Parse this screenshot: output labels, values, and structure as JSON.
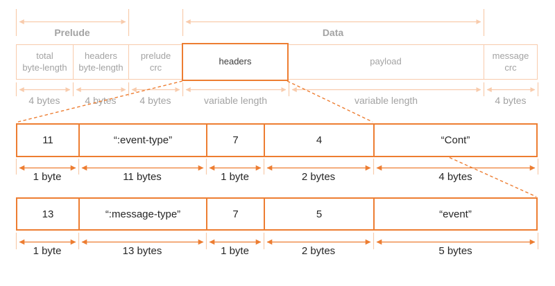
{
  "colors": {
    "accent_orange": "#ed7d31",
    "faded_orange": "#f8cbac",
    "muted_gray_text": "#a3a3a3",
    "dark_text": "#262626"
  },
  "overview": {
    "prelude_label": "Prelude",
    "data_label": "Data",
    "fields": [
      {
        "line1": "total",
        "line2": "byte-length",
        "size": "4 bytes"
      },
      {
        "line1": "headers",
        "line2": "byte-length",
        "size": "4 bytes"
      },
      {
        "line1": "prelude",
        "line2": "crc",
        "size": "4 bytes"
      },
      {
        "line1": "headers",
        "line2": "",
        "size": "variable length"
      },
      {
        "line1": "payload",
        "line2": "",
        "size": "variable length"
      },
      {
        "line1": "message",
        "line2": "crc",
        "size": "4 bytes"
      }
    ]
  },
  "headers_detail": {
    "rows": [
      {
        "cells": [
          {
            "value": "11",
            "size": "1 byte"
          },
          {
            "value": "“:event-type”",
            "size": "11 bytes"
          },
          {
            "value": "7",
            "size": "1 byte"
          },
          {
            "value": "4",
            "size": "2 bytes"
          },
          {
            "value": "“Cont”",
            "size": "4 bytes"
          }
        ]
      },
      {
        "cells": [
          {
            "value": "13",
            "size": "1 byte"
          },
          {
            "value": "“:message-type”",
            "size": "13 bytes"
          },
          {
            "value": "7",
            "size": "1 byte"
          },
          {
            "value": "5",
            "size": "2 bytes"
          },
          {
            "value": "“event”",
            "size": "5 bytes"
          }
        ]
      }
    ]
  }
}
